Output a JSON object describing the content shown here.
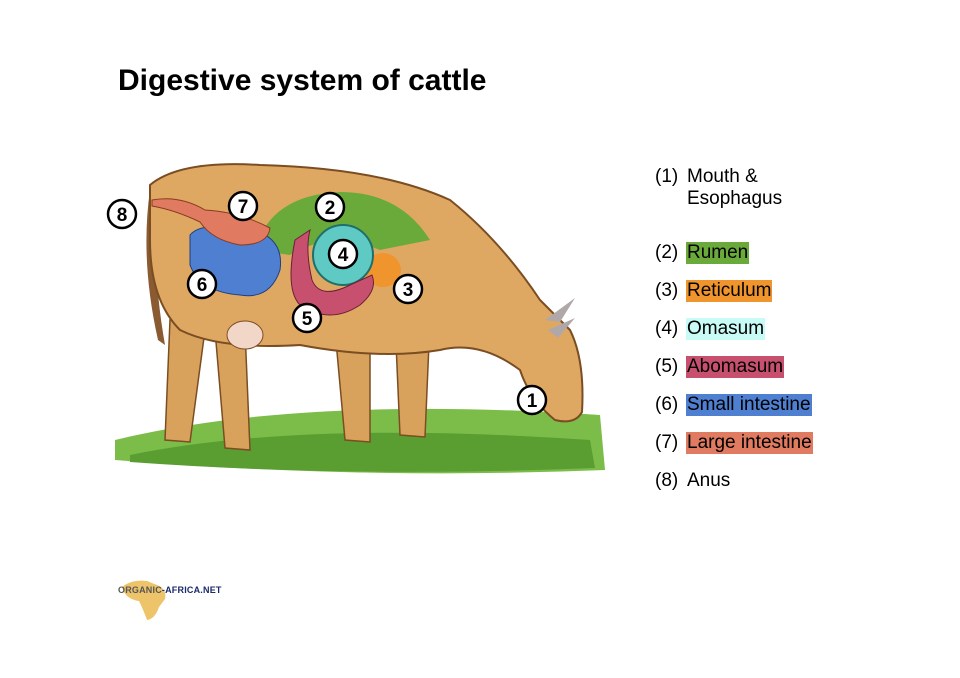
{
  "title": "Digestive system of cattle",
  "markers": [
    "1",
    "2",
    "3",
    "4",
    "5",
    "6",
    "7",
    "8"
  ],
  "legend": [
    {
      "num": "(1)",
      "label": "Mouth &",
      "label2": "Esophagus",
      "color": ""
    },
    {
      "num": "(2)",
      "label": "Rumen",
      "color": "#6aaa3a"
    },
    {
      "num": "(3)",
      "label": "Reticulum",
      "color": "#f0952e"
    },
    {
      "num": "(4)",
      "label": "Omasum",
      "color": "#c8fbf6"
    },
    {
      "num": "(5)",
      "label": "Abomasum",
      "color": "#c8506f"
    },
    {
      "num": "(6)",
      "label": "Small intestine",
      "color": "#4f7fd0"
    },
    {
      "num": "(7)",
      "label": "Large intestine",
      "color": "#e07a60"
    },
    {
      "num": "(8)",
      "label": "Anus",
      "color": ""
    }
  ],
  "logo": {
    "part1": "ORGANIC",
    "part2": "-AFRICA.NET"
  }
}
